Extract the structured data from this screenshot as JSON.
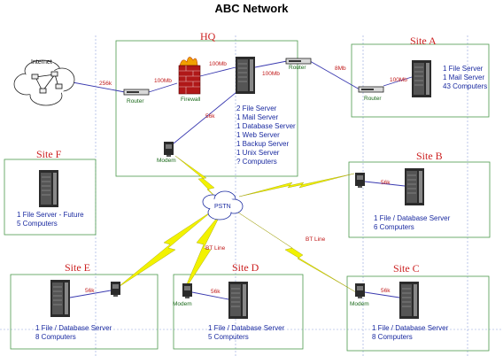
{
  "title": "ABC Network",
  "internet_label": "Internet",
  "pstn_label": "PSTN",
  "sites": {
    "hq": {
      "title": "HQ",
      "lines": [
        "2 File  Server",
        "1 Mail Server",
        "1 Database Server",
        "1 Web Server",
        "1 Backup Server",
        "1 Unix Server",
        "? Computers"
      ]
    },
    "a": {
      "title": "Site A",
      "lines": [
        "1 File  Server",
        "1 Mail Server",
        "43 Computers"
      ]
    },
    "b": {
      "title": "Site B",
      "lines": [
        "1 File / Database Server",
        "6 Computers"
      ]
    },
    "c": {
      "title": "Site C",
      "lines": [
        "1 File / Database Server",
        "8 Computers"
      ]
    },
    "d": {
      "title": "Site D",
      "lines": [
        "1 File / Database Server",
        "5 Computers"
      ]
    },
    "e": {
      "title": "Site E",
      "lines": [
        "1 File / Database Server",
        "8 Computers"
      ]
    },
    "f": {
      "title": "Site F",
      "lines": [
        "1 File Server - Future",
        "5 Computers"
      ]
    }
  },
  "device_labels": {
    "router": "Router",
    "firewall": "Firewall",
    "modem": "Modem"
  },
  "link_labels": {
    "internet_speed": "256k",
    "router_firewall": "100Mb",
    "firewall_server": "100Mb",
    "server_router": "100Mb",
    "wan_a": "8Mb",
    "site_a_lan": "100Mb",
    "hq_modem": "56k",
    "modem_b": "56k",
    "modem_c": "56k",
    "modem_d": "56k",
    "modem_e": "56k",
    "bt_line": "BT Line"
  },
  "colors": {
    "box_border": "#4c9a4c",
    "grid": "#7f95d8",
    "blue_text": "#1a2aa0",
    "red_text": "#c01818",
    "green_text": "#1a6a1a",
    "lightning": "#f0f000"
  }
}
